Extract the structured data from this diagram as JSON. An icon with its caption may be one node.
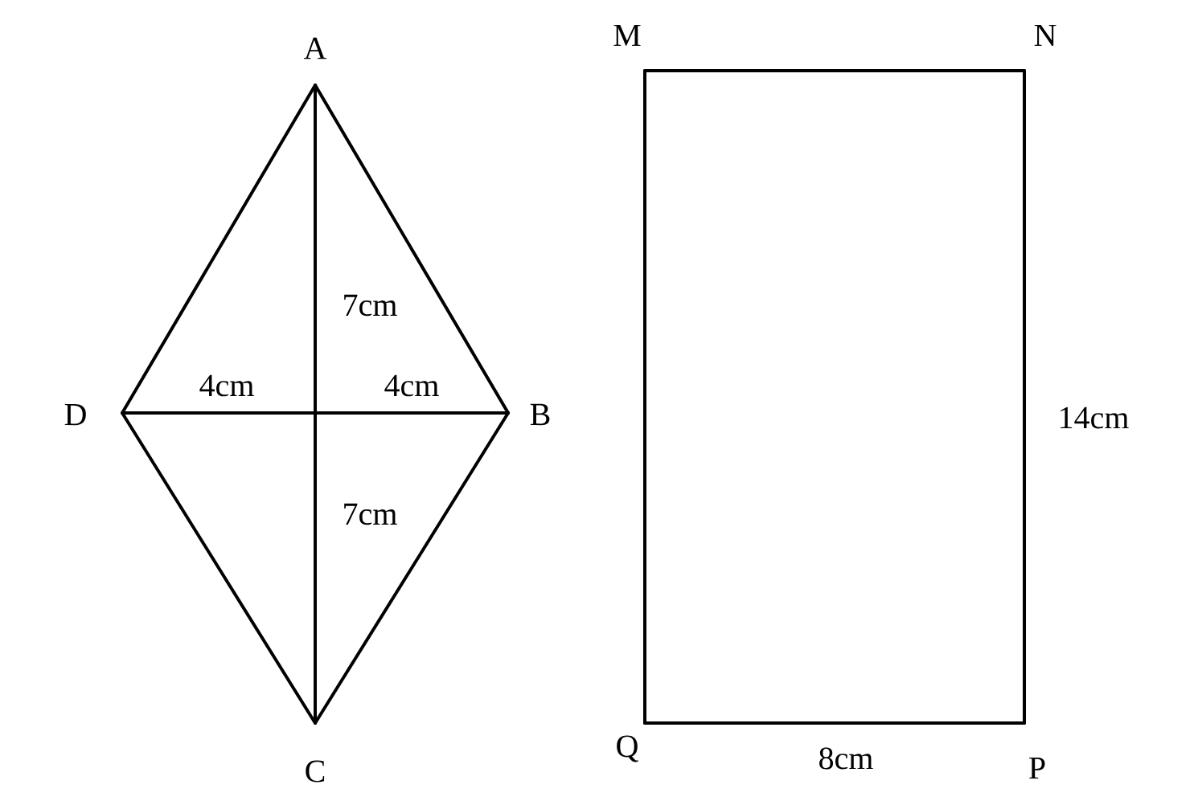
{
  "diagram": {
    "nodes": [
      {
        "text": [
          "A"
        ]
      },
      {
        "text": [
          "B"
        ]
      },
      {
        "text": [
          "C"
        ]
      },
      {
        "text": [
          "D"
        ]
      },
      {
        "text": [
          "M"
        ]
      },
      {
        "text": [
          "N"
        ]
      },
      {
        "text": [
          "P"
        ]
      },
      {
        "text": [
          "Q"
        ]
      }
    ],
    "edges": [
      {
        "from": 0,
        "to": 1,
        "arrow": "none"
      },
      {
        "from": 1,
        "to": 2,
        "arrow": "none"
      },
      {
        "from": 2,
        "to": 3,
        "arrow": "none"
      },
      {
        "from": 3,
        "to": 0,
        "arrow": "none"
      },
      {
        "from": 0,
        "to": 2,
        "arrow": "none"
      },
      {
        "from": 3,
        "to": 1,
        "arrow": "none"
      },
      {
        "from": 4,
        "to": 5,
        "arrow": "none"
      },
      {
        "from": 5,
        "to": 6,
        "label": "14cm",
        "arrow": "none"
      },
      {
        "from": 6,
        "to": 7,
        "label": "8cm",
        "arrow": "none"
      },
      {
        "from": 7,
        "to": 4,
        "arrow": "none"
      }
    ],
    "labels": [
      "7cm",
      "4cm",
      "4cm",
      "7cm"
    ]
  }
}
